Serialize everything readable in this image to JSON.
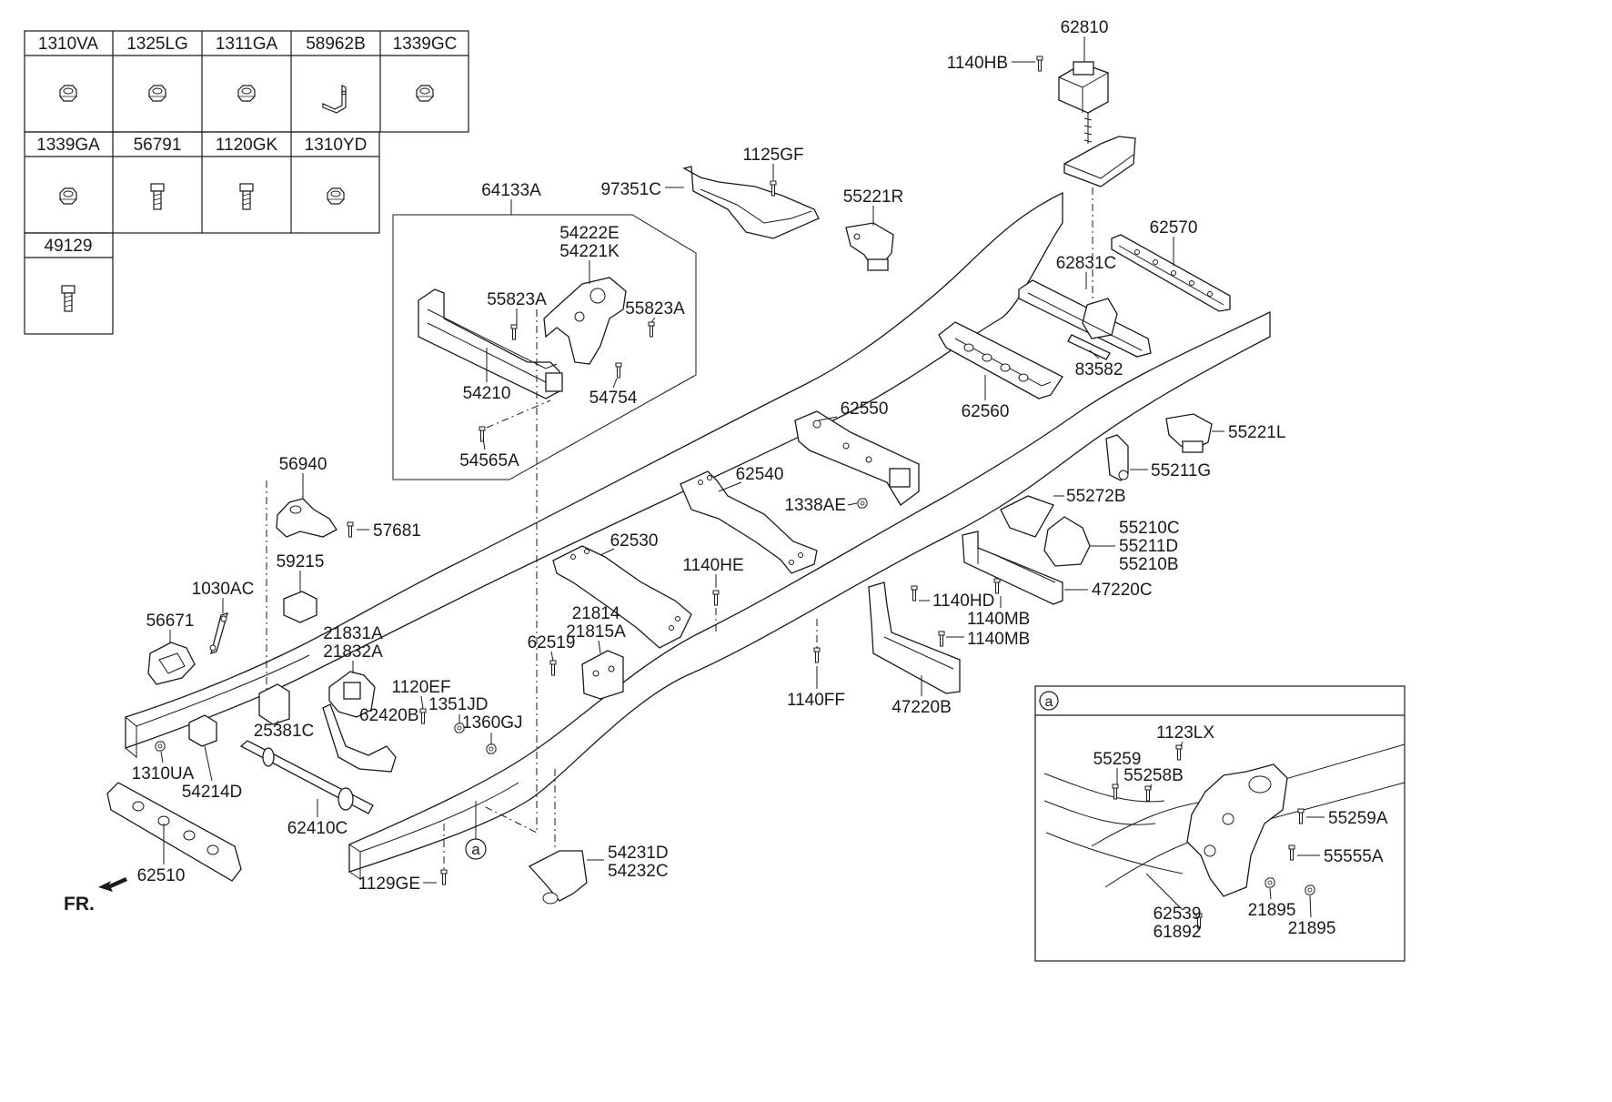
{
  "fastener_table": {
    "row1": [
      "1310VA",
      "1325LG",
      "1311GA",
      "58962B",
      "1339GC"
    ],
    "row2": [
      "1339GA",
      "56791",
      "1120GK",
      "1310YD"
    ],
    "row3": [
      "49129"
    ]
  },
  "callouts": {
    "c62810": "62810",
    "c1140HB": "1140HB",
    "c1125GF": "1125GF",
    "c97351C": "97351C",
    "c55221R": "55221R",
    "c64133A": "64133A",
    "c54222E": "54222E",
    "c54221K": "54221K",
    "c55823A_1": "55823A",
    "c55823A_2": "55823A",
    "c54210": "54210",
    "c54754": "54754",
    "c54565A": "54565A",
    "c62570": "62570",
    "c62831C": "62831C",
    "c83582": "83582",
    "c62560": "62560",
    "c62550": "62550",
    "c55221L": "55221L",
    "c55211G": "55211G",
    "c55272B": "55272B",
    "c55210C": "55210C",
    "c55211D": "55211D",
    "c55210B": "55210B",
    "c1338AE": "1338AE",
    "c62540": "62540",
    "c47220C": "47220C",
    "c1140HD": "1140HD",
    "c1140MB_1": "1140MB",
    "c1140MB_2": "1140MB",
    "c1140HE": "1140HE",
    "c62530": "62530",
    "c47220B": "47220B",
    "c1140FF": "1140FF",
    "c56940": "56940",
    "c57681": "57681",
    "c59215": "59215",
    "c1030AC": "1030AC",
    "c56671": "56671",
    "c21831A": "21831A",
    "c21832A": "21832A",
    "c21814": "21814",
    "c21815A": "21815A",
    "c62519": "62519",
    "c1120EF": "1120EF",
    "c1351JD": "1351JD",
    "c1360GJ": "1360GJ",
    "c62420B": "62420B",
    "c25381C": "25381C",
    "c1310UA": "1310UA",
    "c54214D": "54214D",
    "c62410C": "62410C",
    "c62510": "62510",
    "c1129GE": "1129GE",
    "c54231D": "54231D",
    "c54232C": "54232C"
  },
  "circle_ref": "a",
  "direction_label": "FR.",
  "detail": {
    "tag": "a",
    "c1123LX": "1123LX",
    "c55259": "55259",
    "c55258B": "55258B",
    "c55259A": "55259A",
    "c55555A": "55555A",
    "c62539": "62539",
    "c61892": "61892",
    "c21895_1": "21895",
    "c21895_2": "21895"
  }
}
